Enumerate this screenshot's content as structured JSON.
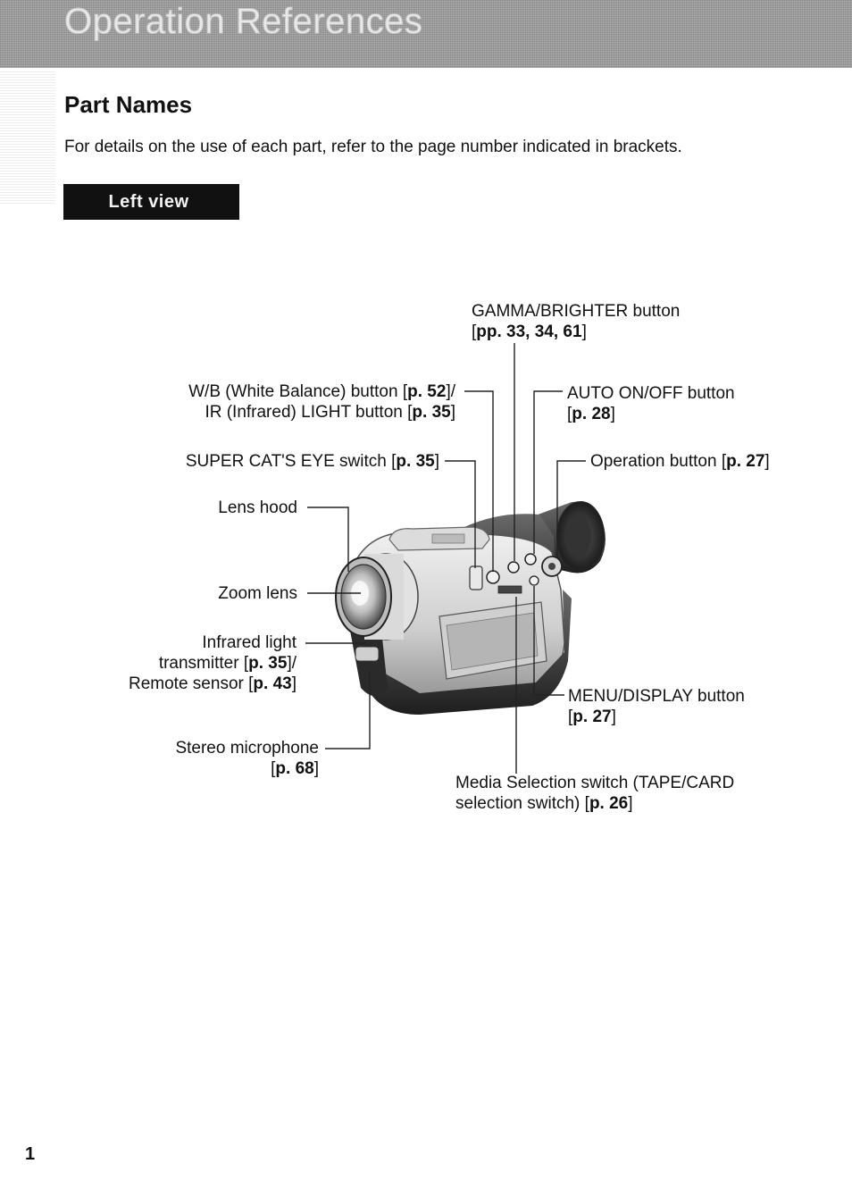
{
  "header": {
    "banner_title": "Operation References"
  },
  "section": {
    "title": "Part Names",
    "intro": "For details on the use of each part, refer to the page number indicated in brackets.",
    "view_label": "Left view"
  },
  "labels": {
    "gamma": {
      "name": "GAMMA/BRIGHTER button",
      "ref_open": "[",
      "ref_bold": "pp. 33, 34, 61",
      "ref_close": "]"
    },
    "wb": {
      "line1_text": "W/B (White Balance) button [",
      "line1_bold": "p. 52",
      "line1_tail": "]/",
      "line2_text": "IR (Infrared) LIGHT button [",
      "line2_bold": "p. 35",
      "line2_tail": "]"
    },
    "auto": {
      "name": "AUTO ON/OFF button",
      "ref_open": "[",
      "ref_bold": "p. 28",
      "ref_close": "]"
    },
    "super": {
      "text": "SUPER CAT'S EYE switch [",
      "bold": "p. 35",
      "tail": "]"
    },
    "operation": {
      "text": "Operation button [",
      "bold": "p. 27",
      "tail": "]"
    },
    "lens_hood": {
      "text": "Lens hood"
    },
    "zoom_lens": {
      "text": "Zoom lens"
    },
    "infrared": {
      "line1": "Infrared light",
      "line2_text": "transmitter [",
      "line2_bold": "p. 35",
      "line2_tail": "]/",
      "line3_text": "Remote sensor [",
      "line3_bold": "p. 43",
      "line3_tail": "]"
    },
    "menu": {
      "name": "MENU/DISPLAY button",
      "ref_open": "[",
      "ref_bold": "p. 27",
      "ref_close": "]"
    },
    "stereo": {
      "name": "Stereo microphone",
      "ref_open": "[",
      "ref_bold": "p. 68",
      "ref_close": "]"
    },
    "media": {
      "line1": "Media Selection switch (TAPE/CARD",
      "line2_text": "selection switch) [",
      "line2_bold": "p. 26",
      "line2_tail": "]"
    }
  },
  "footer": {
    "page_number": "1"
  }
}
